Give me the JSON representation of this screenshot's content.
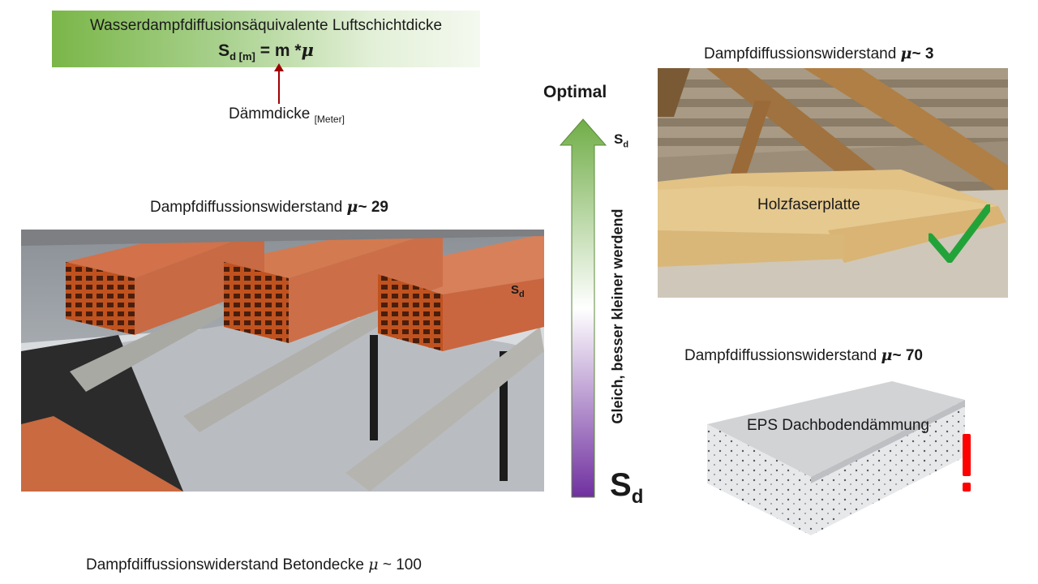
{
  "formula": {
    "title": "Wasserdampfdiffusionsäquivalente Luftschichtdicke",
    "sd_main": "S",
    "sd_sub": "d [m]",
    "equation_rest": " = m *",
    "mu_symbol": "μ"
  },
  "thickness_label": {
    "text": "Dämmdicke ",
    "unit": "[Meter]"
  },
  "brick_slab": {
    "label_prefix": "Dampfdiffussionswiderstand ",
    "mu_symbol": "μ",
    "mu_value": "~  29",
    "sd_main": "S",
    "sd_sub": "d"
  },
  "concrete": {
    "label_prefix": "Dampfdiffussionswiderstand Betondecke ",
    "mu_symbol": "μ",
    "mu_value": " ~  100"
  },
  "scale": {
    "top_label": "Optimal",
    "sd_small_main": "S",
    "sd_small_sub": "d",
    "sd_big_main": "S",
    "sd_big_sub": "d",
    "vertical_text": "Gleich, besser kleiner werdend"
  },
  "wood_fiber": {
    "label_prefix": "Dampfdiffussionswiderstand ",
    "mu_symbol": "μ",
    "mu_value": "~  3",
    "product": "Holzfaserplatte",
    "mark_icon": "checkmark-icon",
    "mark_color": "#22a33a"
  },
  "eps": {
    "label_prefix": "Dampfdiffussionswiderstand ",
    "mu_symbol": "μ",
    "mu_value": "~  70",
    "product": "EPS Dachbodendämmung",
    "mark_icon": "exclamation-icon",
    "mark_color": "#ff0000"
  },
  "colors": {
    "formula_green": "#7ab648",
    "arrow_top": "#70ad47",
    "arrow_bottom": "#7030a0",
    "thickness_arrow": "#a00000"
  }
}
